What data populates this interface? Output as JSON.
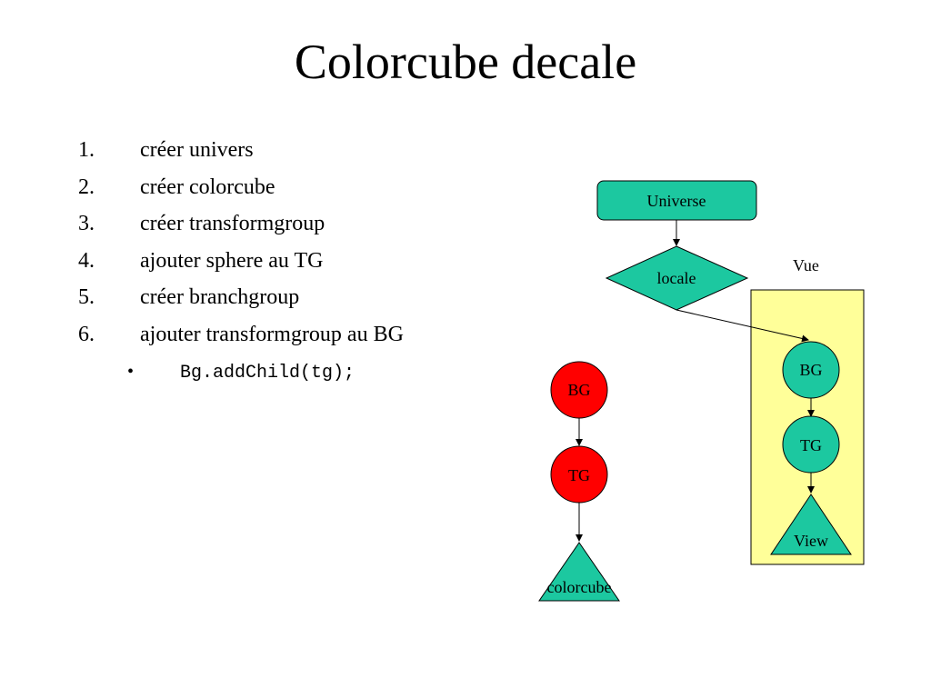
{
  "title": "Colorcube decale",
  "steps": [
    {
      "num": "1.",
      "text": "créer univers"
    },
    {
      "num": "2.",
      "text": "créer colorcube"
    },
    {
      "num": "3.",
      "text": "créer transformgroup"
    },
    {
      "num": "4.",
      "text": "ajouter sphere au TG"
    },
    {
      "num": "5.",
      "text": "créer branchgroup"
    },
    {
      "num": "6.",
      "text": "ajouter transformgroup au BG"
    }
  ],
  "substep": {
    "bullet": "•",
    "code": "Bg.addChild(tg);"
  },
  "diagram": {
    "universe": "Universe",
    "locale": "locale",
    "vue_label": "Vue",
    "view_bg": "BG",
    "view_tg": "TG",
    "view": "View",
    "content_bg": "BG",
    "content_tg": "TG",
    "colorcube": "colorcube"
  },
  "colors": {
    "green": "#1cc8a0",
    "red": "#ff0000",
    "yellow_panel": "#ffff99"
  }
}
